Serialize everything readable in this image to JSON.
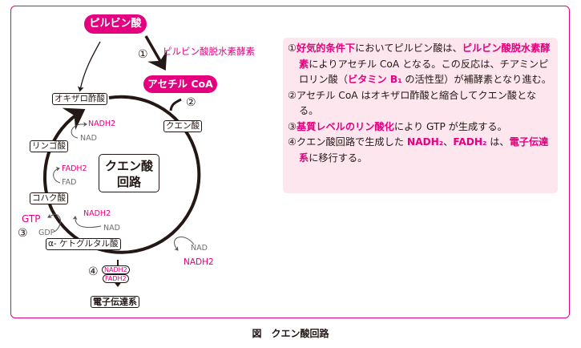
{
  "figure": {
    "caption": "図　クエン酸回路",
    "accent_color": "#e4007f",
    "nodes": {
      "pyruvate": "ピルビン酸",
      "acetyl_coa": "アセチル CoA",
      "oxaloacetate": "オキザロ酢酸",
      "citrate": "クエン酸",
      "malate": "リンゴ酸",
      "succinate": "コハク酸",
      "alpha_ketoglutarate": "α- ケトグルタル酸",
      "etc": "電子伝達系",
      "cycle_center": [
        "クエン酸",
        "回路"
      ]
    },
    "enzyme_label": "ピルビン酸脱水素酵素",
    "step_markers": [
      "①",
      "②",
      "③",
      "④"
    ],
    "cofactors": {
      "malate_out": "NADH2",
      "malate_in": "NAD",
      "succinate_out": "FADH2",
      "succinate_in": "FAD",
      "gtp_out": "GTP",
      "gtp_in": "GDP",
      "akg_out": "NADH2",
      "akg_in": "NAD",
      "isocitrate_in": "NAD",
      "isocitrate_out": "NADH2",
      "step4_top": "NADH2",
      "step4_bottom": "FADH2"
    }
  },
  "notes": [
    {
      "parts": [
        {
          "t": "①",
          "hl": false
        },
        {
          "t": "好気的条件下",
          "hl": true
        },
        {
          "t": "においてピルビン酸は、",
          "hl": false
        },
        {
          "t": "ピルビン酸脱水素酵素",
          "hl": true
        },
        {
          "t": "によりアセチル CoA となる。この反応は、チアミンピロリン酸（",
          "hl": false
        },
        {
          "t": "ビタミン B₁",
          "hl": true
        },
        {
          "t": " の活性型）が補酵素となり進む。",
          "hl": false
        }
      ]
    },
    {
      "parts": [
        {
          "t": "②アセチル CoA はオキザロ酢酸と縮合してクエン酸となる。",
          "hl": false
        }
      ]
    },
    {
      "parts": [
        {
          "t": "③",
          "hl": false
        },
        {
          "t": "基質レベルのリン酸化",
          "hl": true
        },
        {
          "t": "により GTP が生成する。",
          "hl": false
        }
      ]
    },
    {
      "parts": [
        {
          "t": "④クエン酸回路で生成した ",
          "hl": false
        },
        {
          "t": "NADH₂",
          "hl": true
        },
        {
          "t": "、",
          "hl": false
        },
        {
          "t": "FADH₂",
          "hl": true
        },
        {
          "t": " は、",
          "hl": false
        },
        {
          "t": "電子伝達系",
          "hl": true
        },
        {
          "t": "に移行する。",
          "hl": false
        }
      ]
    }
  ]
}
